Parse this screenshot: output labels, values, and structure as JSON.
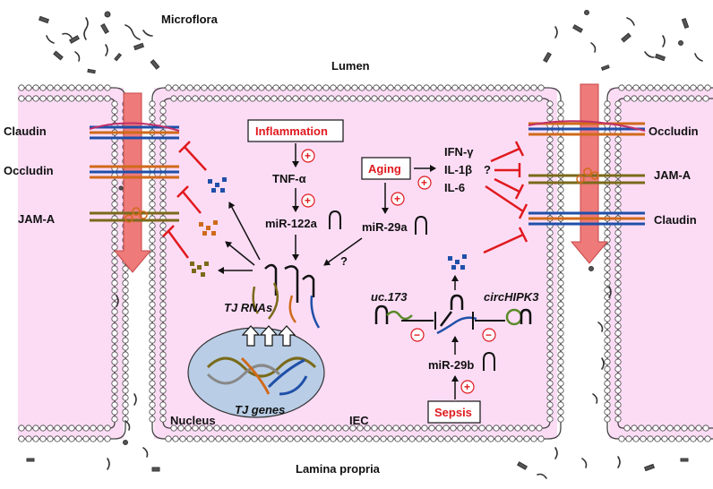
{
  "labels": {
    "microflora": "Microflora",
    "lumen": "Lumen",
    "lamina_propria": "Lamina propria",
    "nucleus": "Nucleus",
    "iec": "IEC",
    "tj_rnas": "TJ RNAs",
    "tj_genes": "TJ genes"
  },
  "left_proteins": [
    "Claudin",
    "Occludin",
    "JAM-A"
  ],
  "right_proteins": [
    "Occludin",
    "JAM-A",
    "Claudin"
  ],
  "triggers": {
    "inflammation": "Inflammation",
    "aging": "Aging",
    "sepsis": "Sepsis"
  },
  "molecules": {
    "tnf": "TNF-α",
    "mir122a": "miR-122a",
    "mir29a": "miR-29a",
    "mir29b": "miR-29b",
    "uc173": "uc.173",
    "circhipk3": "circHIPK3",
    "ifn": "IFN-γ",
    "il1b": "IL-1β",
    "il6": "IL-6",
    "question1": "?",
    "question2": "?"
  },
  "signs": {
    "plus": "+",
    "minus": "−"
  },
  "colors": {
    "cell_fill": "#fcdcf5",
    "arrow_fill": "#ee7a7a",
    "inhibit_red": "#e0191e",
    "claudin_blue": "#1f4fa8",
    "occludin_orange": "#d06a1a",
    "jama_olive": "#7a6a1a",
    "nucleus_fill": "#b9cde6"
  }
}
